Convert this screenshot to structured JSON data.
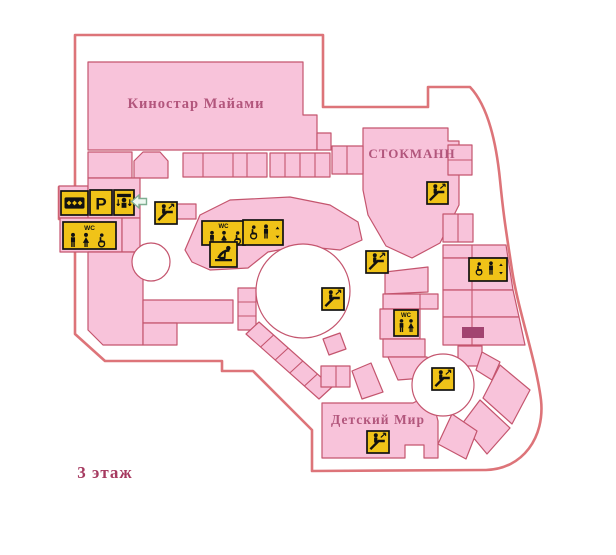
{
  "floor": {
    "label": "3 этаж"
  },
  "stores": {
    "cinema": "Киностар Майами",
    "stockmann": "СТОКМАНН",
    "detsky_mir": "Детский Мир"
  },
  "icons": {
    "wc_label": "WC",
    "parking_label": "P",
    "types": [
      "escalator-icon",
      "elevator-icon",
      "accessible-elevator-icon",
      "wc-icon",
      "baby-changing-icon",
      "parking-icon",
      "cash-desks-icon",
      "entrance-arrow-icon"
    ]
  },
  "colors": {
    "outline": "#dd7479",
    "room_fill": "#f8c3da",
    "room_stroke": "#c4556e",
    "icon_yellow": "#f0c318",
    "highlight": "#a24470",
    "label_color": "#b2567c",
    "floor_color": "#a63a60",
    "arrow_green": "#7fae92"
  }
}
